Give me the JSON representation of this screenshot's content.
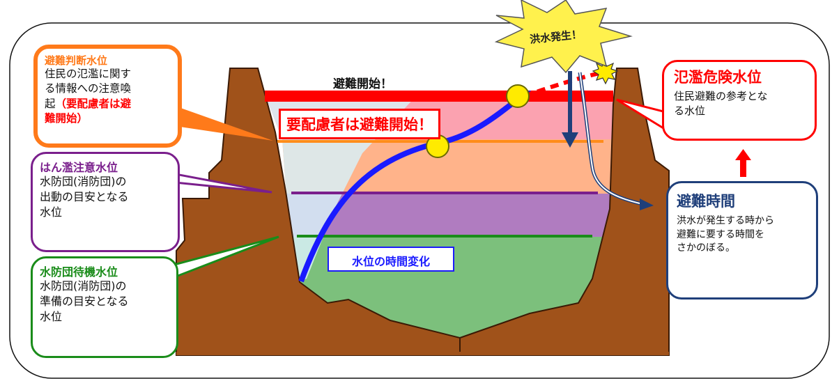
{
  "colors": {
    "river_bank": "#a0521a",
    "level_red": "#ff0000",
    "level_orange": "#ff8c1a",
    "level_purple": "#7a1f8c",
    "level_green": "#1a8c1a",
    "water_line": "#1a1aff",
    "box_blue": "#1f3f7a"
  },
  "icons": [
    "explosion-burst-icon",
    "arrow-up-icon",
    "arrow-down-icon",
    "warning-point-icon"
  ],
  "burst_label": "洪水発生！",
  "evacuation_start": "避難開始！",
  "vulnerable_evacuation": "要配慮者は避難開始！",
  "water_level_change": "水位の時間変化",
  "evacuation_judgment": {
    "title": "避難判断水位",
    "body_lines": [
      "住民の氾濫に関す",
      "る情報への注意喚",
      "起"
    ],
    "note_lines": [
      "（要配慮者は避",
      "難開始）"
    ]
  },
  "flood_warning": {
    "title": "はん濫注意水位",
    "body_lines": [
      "水防団(消防団)の",
      "出動の目安となる",
      "水位"
    ]
  },
  "standby": {
    "title": "水防団待機水位",
    "body_lines": [
      "水防団(消防団)の",
      "準備の目安となる",
      "水位"
    ]
  },
  "flood_danger": {
    "title": "氾濫危険水位",
    "body_lines": [
      "住民避難の参考とな",
      "る水位"
    ]
  },
  "evacuation_time": {
    "title": "避難時間",
    "body_lines": [
      "洪水が発生する時から",
      "避難に要する時間を",
      "さかのぼる。"
    ]
  }
}
